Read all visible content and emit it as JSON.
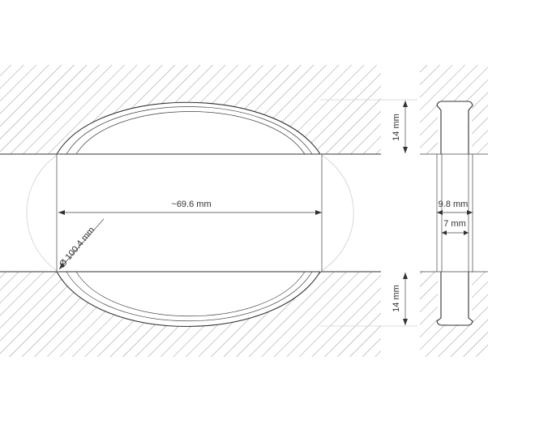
{
  "drawing": {
    "dimensions": {
      "top_wall_thickness": "14 mm",
      "bottom_wall_thickness": "14 mm",
      "lens_chord_width": "~69.6 mm",
      "lens_diameter": "Ø 100.4 mm",
      "ring_outer_width": "9.8 mm",
      "ring_inner_width": "7 mm"
    },
    "colors": {
      "line": "#333333",
      "hatch": "#8a8a8a",
      "construction": "#d0d0d0",
      "background": "#ffffff"
    }
  }
}
